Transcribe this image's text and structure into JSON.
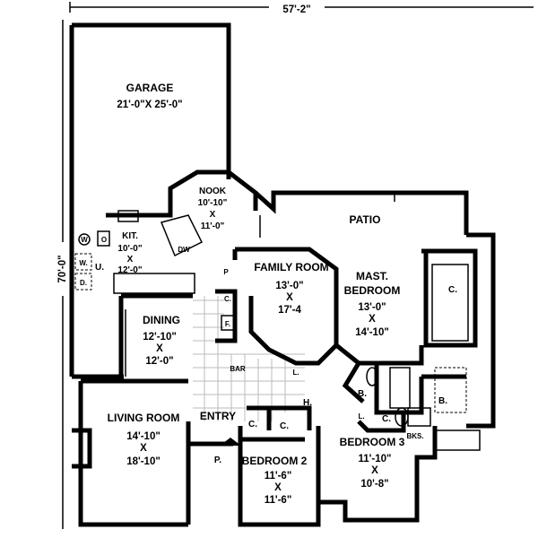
{
  "plan": {
    "overall_width": "57'-2\"",
    "overall_depth": "70'-0\"",
    "rooms": {
      "garage": {
        "name": "GARAGE",
        "size": "21'-0\"X 25'-0\""
      },
      "nook": {
        "name": "NOOK",
        "w": "10'-10\"",
        "x": "X",
        "d": "11'-0\""
      },
      "patio": {
        "name": "PATIO"
      },
      "kitchen": {
        "name": "KIT.",
        "w": "10'-0\"",
        "x": "X",
        "d": "12'-0\""
      },
      "family": {
        "name": "FAMILY ROOM",
        "w": "13'-0\"",
        "x": "X",
        "d": "17'-4"
      },
      "master": {
        "name1": "MAST.",
        "name2": "BEDROOM",
        "w": "13'-0\"",
        "x": "X",
        "d": "14'-10\""
      },
      "dining": {
        "name": "DINING",
        "w": "12'-10\"",
        "x": "X",
        "d": "12'-0\""
      },
      "living": {
        "name": "LIVING ROOM",
        "w": "14'-10\"",
        "x": "X",
        "d": "18'-10\""
      },
      "bedroom2": {
        "name": "BEDROOM  2",
        "w": "11'-6\"",
        "x": "X",
        "d": "11'-6\""
      },
      "bedroom3": {
        "name": "BEDROOM 3",
        "w": "11'-10\"",
        "x": "X",
        "d": "10'-8\""
      }
    },
    "small_labels": {
      "entry": "ENTRY",
      "bar": "BAR",
      "hall": "H.",
      "porch": "P.",
      "utility": "U.",
      "washer": "W.",
      "dryer": "D.",
      "washer_circle": "W",
      "oven": "O",
      "dishwasher": "DW",
      "pantry": "P",
      "closet": "C.",
      "fireplace": "F.",
      "linen": "L.",
      "bath": "B.",
      "bookshelves": "BKS."
    }
  }
}
